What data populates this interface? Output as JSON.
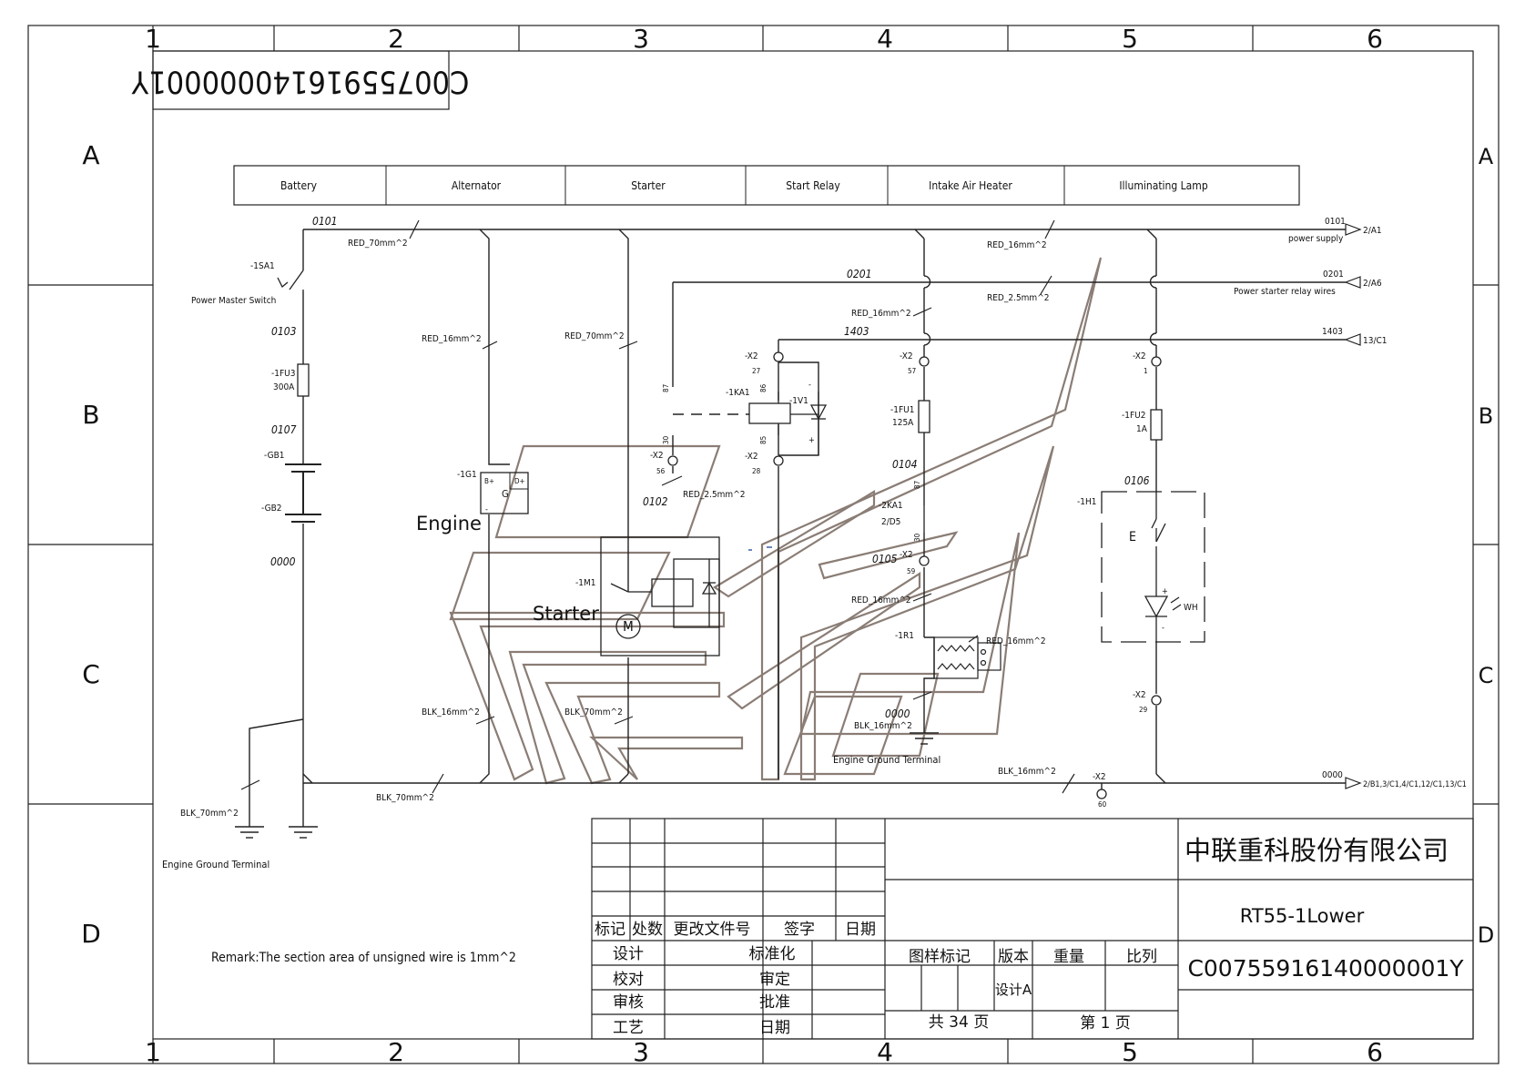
{
  "drawing_id": "C00755916140000001Y",
  "drawing_id_rotated": "C00755916140000001Y",
  "grid": {
    "columns": [
      "1",
      "2",
      "3",
      "4",
      "5",
      "6"
    ],
    "rows": [
      "A",
      "B",
      "C",
      "D"
    ]
  },
  "header_boxes": [
    "Battery",
    "Alternator",
    "Starter",
    "Start Relay",
    "Intake Air Heater",
    "Illuminating Lamp"
  ],
  "wires": {
    "w0101": "0101",
    "w0101_r": "0101",
    "w0103": "0103",
    "w0107": "0107",
    "w0000": "0000",
    "w0201": "0201",
    "w0201_r": "0201",
    "w1403": "1403",
    "w1403_r": "1403",
    "w0104": "0104",
    "w0105": "0105",
    "w0102": "0102",
    "w0106": "0106",
    "w0000_c": "0000",
    "w0000_r": "0000"
  },
  "cables": {
    "red70_top": "RED_70mm^2",
    "red16_gen": "RED_16mm^2",
    "red70_start": "RED_70mm^2",
    "red16_top": "RED_16mm^2",
    "red25_top": "RED_2.5mm^2",
    "red16_mid": "RED_16mm^2",
    "red25_mid": "RED_2.5mm^2",
    "red16_heat": "RED_16mm^2",
    "red16_heat2": "RED_16mm^2",
    "blk16_gen": "BLK_16mm^2",
    "blk70_start": "BLK_70mm^2",
    "blk70_bot": "BLK_70mm^2",
    "blk70_left": "BLK_70mm^2",
    "blk16_heat": "BLK_16mm^2",
    "blk16_right": "BLK_16mm^2"
  },
  "components": {
    "sa1": "-1SA1",
    "sa1_name": "Power Master Switch",
    "fu3": "-1FU3",
    "fu3_rating": "300A",
    "gb1": "-GB1",
    "gb2": "-GB2",
    "g1": "-1G1",
    "g1_bplus": "B+",
    "g1_dplus": "D+",
    "g1_g": "G",
    "g1_minus": "-",
    "m1": "-1M1",
    "m1_symbol": "M",
    "ka1": "-1KA1",
    "v1": "-1V1",
    "fu1": "-1FU1",
    "fu1_rating": "125A",
    "ka2": "-2KA1",
    "ka2_ref": "2/D5",
    "r1": "-1R1",
    "fu2": "-1FU2",
    "fu2_rating": "1A",
    "h1": "-1H1",
    "h1_e": "E",
    "h1_wh": "WH",
    "engine": "Engine",
    "starter": "Starter"
  },
  "terminals": {
    "x2_27": "-X2",
    "n27": "27",
    "x2_28": "-X2",
    "n28": "28",
    "x2_56": "-X2",
    "n56": "56",
    "x2_57": "-X2",
    "n57": "57",
    "x2_59": "-X2",
    "n59": "59",
    "x2_1": "-X2",
    "n1": "1",
    "x2_29": "-X2",
    "n29": "29",
    "x2_60": "-X2",
    "n60": "60",
    "p87": "87",
    "p30": "30",
    "p86": "86",
    "p85": "85",
    "p87b": "87",
    "p30b": "30"
  },
  "ground_labels": {
    "left": "Engine Ground Terminal",
    "center": "Engine Ground Terminal"
  },
  "offsheet": {
    "power_supply": "power supply",
    "power_supply_ref": "2/A1",
    "starter_relay": "Power starter relay wires",
    "starter_relay_ref": "2/A6",
    "r1403_ref": "13/C1",
    "ground_ref": "2/B1,3/C1,4/C1,12/C1,13/C1"
  },
  "remark": "Remark:The section area of unsigned wire is 1mm^2",
  "title_block": {
    "company": "中联重科股份有限公司",
    "drawing_name": "RT55-1Lower",
    "drawing_number": "C00755916140000001Y",
    "rev_headers": [
      "标记",
      "处数",
      "更改文件号",
      "签字",
      "日期"
    ],
    "design": "设计",
    "check": "校对",
    "review": "审核",
    "process": "工艺",
    "standardize": "标准化",
    "approve_review": "审定",
    "approve": "批准",
    "date": "日期",
    "sample_mark": "图样标记",
    "version": "版本",
    "weight": "重量",
    "scale": "比列",
    "version_value": "设计A",
    "total_pages": "共 34 页",
    "page": "第 1 页"
  }
}
